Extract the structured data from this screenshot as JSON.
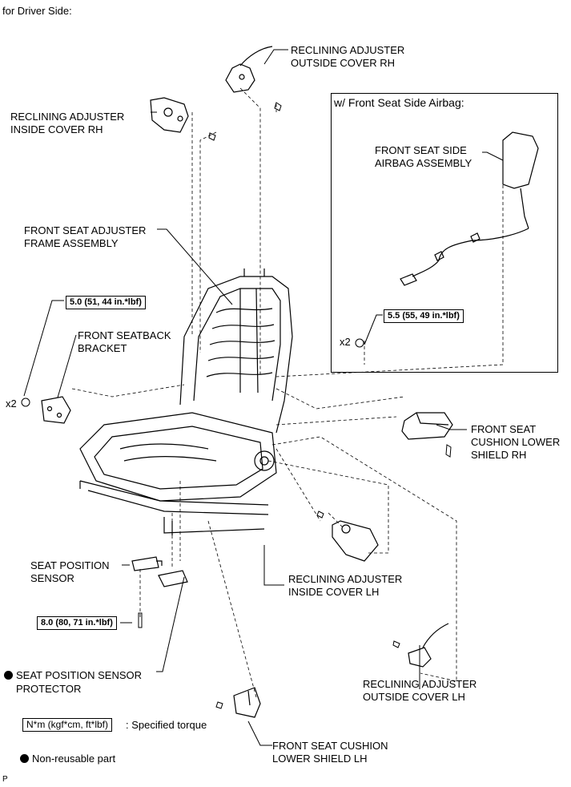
{
  "header": {
    "title": "for Driver Side:"
  },
  "inset": {
    "title": "w/ Front Seat Side Airbag:"
  },
  "labels": {
    "recl_out_rh_1": "RECLINING ADJUSTER",
    "recl_out_rh_2": "OUTSIDE COVER RH",
    "recl_in_rh_1": "RECLINING ADJUSTER",
    "recl_in_rh_2": "INSIDE COVER RH",
    "airbag_1": "FRONT SEAT SIDE",
    "airbag_2": "AIRBAG ASSEMBLY",
    "frame_1": "FRONT SEAT ADJUSTER",
    "frame_2": "FRAME ASSEMBLY",
    "bracket_1": "FRONT SEATBACK",
    "bracket_2": "BRACKET",
    "shield_rh_1": "FRONT SEAT",
    "shield_rh_2": "CUSHION LOWER",
    "shield_rh_3": "SHIELD RH",
    "sensor_1": "SEAT POSITION",
    "sensor_2": "SENSOR",
    "recl_in_lh_1": "RECLINING ADJUSTER",
    "recl_in_lh_2": "INSIDE COVER LH",
    "protector_1": "SEAT POSITION SENSOR",
    "protector_2": "PROTECTOR",
    "recl_out_lh_1": "RECLINING ADJUSTER",
    "recl_out_lh_2": "OUTSIDE COVER LH",
    "shield_lh_1": "FRONT SEAT CUSHION",
    "shield_lh_2": "LOWER SHIELD LH",
    "qty_left": "x2",
    "qty_inset": "x2"
  },
  "torques": {
    "bracket": "5.0 (51, 44 in.*lbf)",
    "airbag": "5.5 (55, 49 in.*lbf)",
    "sensor": "8.0 (80, 71 in.*lbf)"
  },
  "legend": {
    "torque_box": "N*m (kgf*cm, ft*lbf)",
    "torque_text": ": Specified torque",
    "nonreusable": "Non-reusable part"
  },
  "footer": {
    "code": "P"
  },
  "colors": {
    "ink": "#000000",
    "background": "#ffffff"
  }
}
